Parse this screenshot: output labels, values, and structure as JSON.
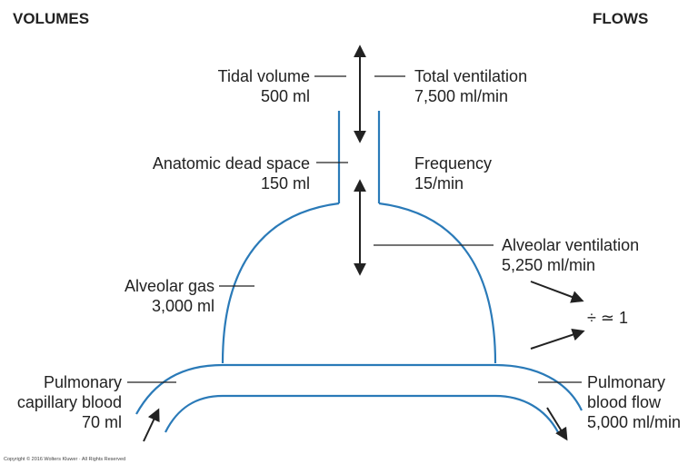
{
  "headers": {
    "volumes": "VOLUMES",
    "flows": "FLOWS"
  },
  "labels": {
    "tidal_volume": {
      "name": "Tidal volume",
      "value": "500 ml"
    },
    "total_ventilation": {
      "name": "Total ventilation",
      "value": "7,500 ml/min"
    },
    "dead_space": {
      "name": "Anatomic dead space",
      "value": "150 ml"
    },
    "frequency": {
      "name": "Frequency",
      "value": "15/min"
    },
    "alveolar_ventilation": {
      "name": "Alveolar ventilation",
      "value": "5,250 ml/min"
    },
    "alveolar_gas": {
      "name": "Alveolar gas",
      "value": "3,000 ml"
    },
    "ratio": "÷ ≃ 1",
    "capillary_blood": {
      "line1": "Pulmonary",
      "line2": "capillary blood",
      "value": "70 ml"
    },
    "blood_flow": {
      "line1": "Pulmonary",
      "line2": "blood flow",
      "value": "5,000 ml/min"
    }
  },
  "copyright": "Copyright © 2016 Wolters Kluwer · All Rights Reserved",
  "colors": {
    "outline": "#2a7ab8",
    "text": "#222222",
    "arrows": "#222222"
  }
}
